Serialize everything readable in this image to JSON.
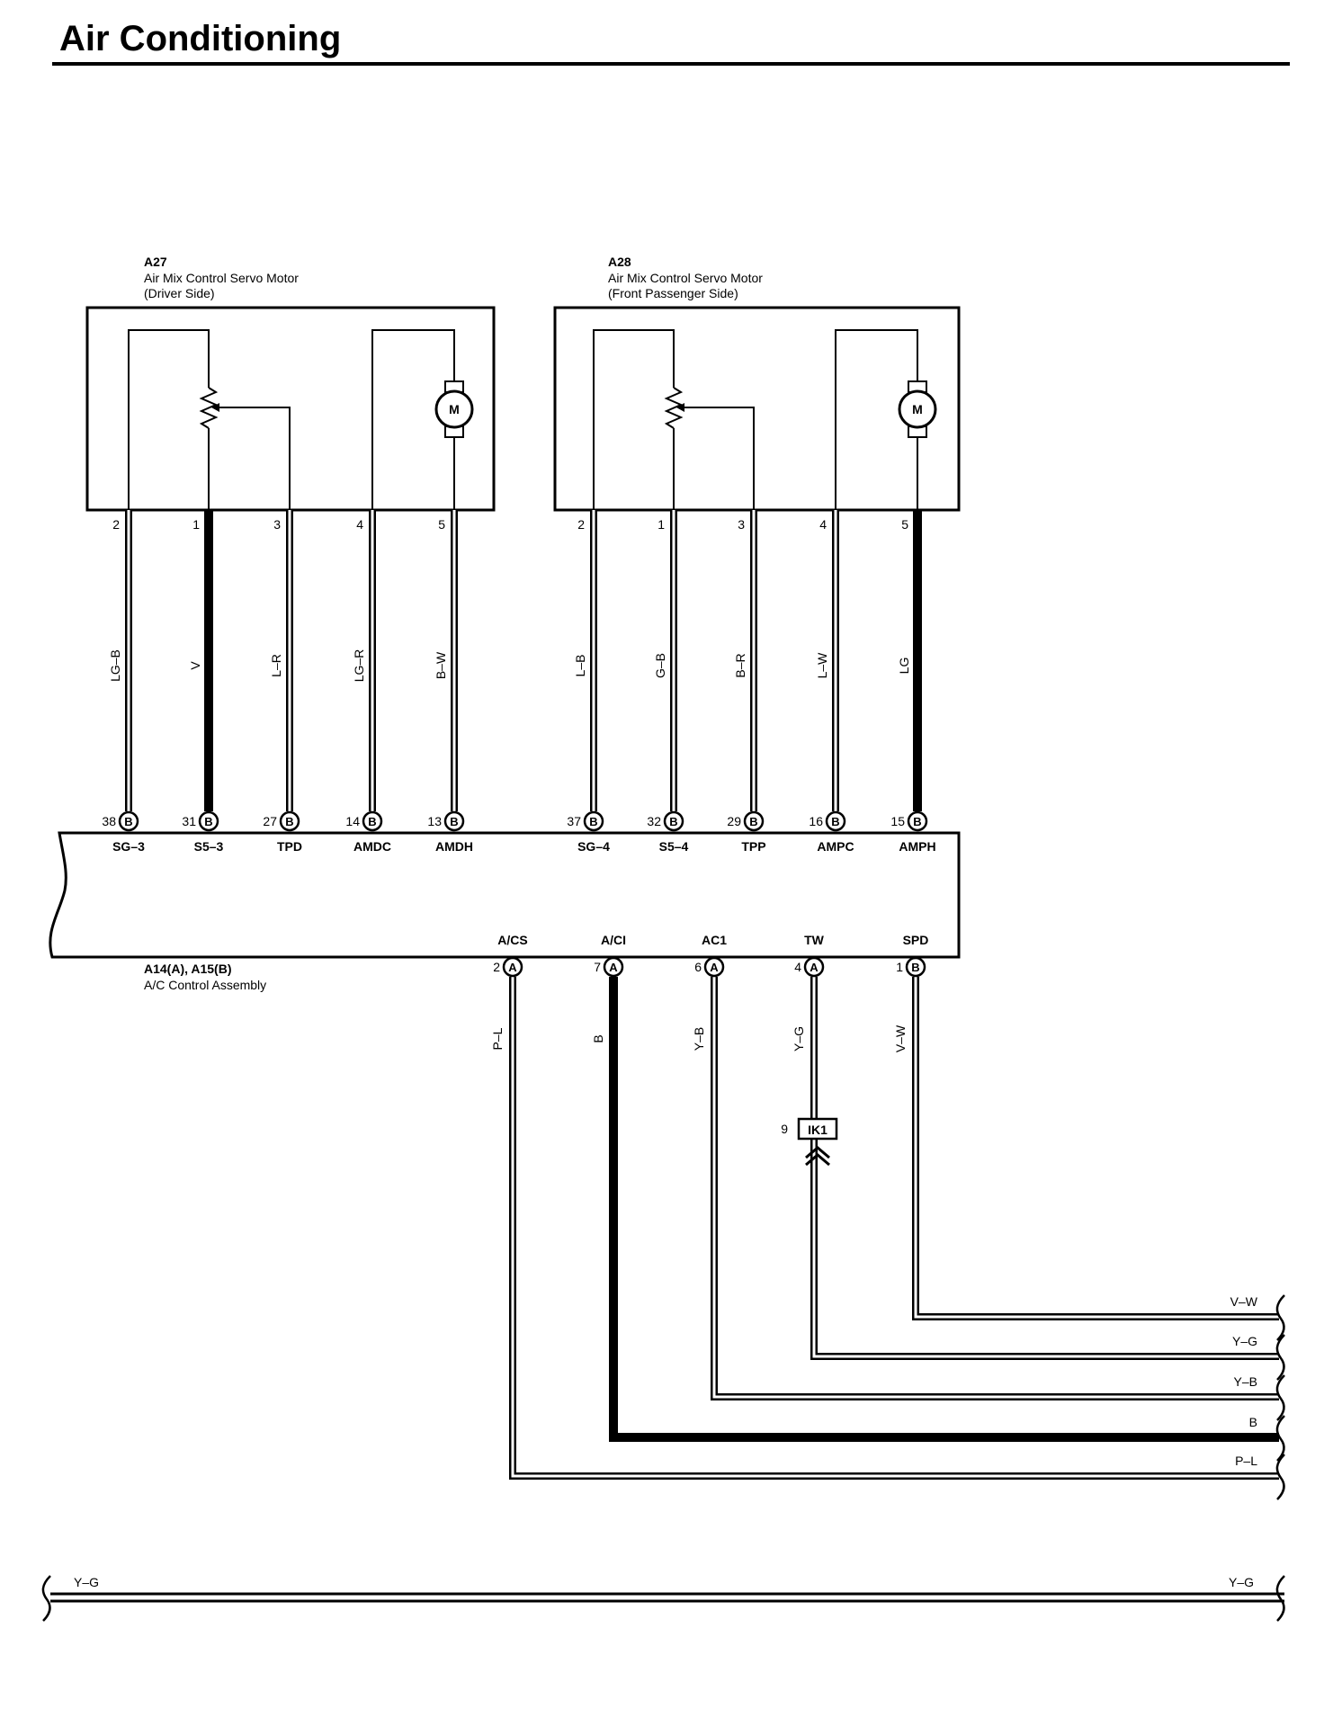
{
  "title": "Air Conditioning",
  "components": {
    "a27": {
      "id": "A27",
      "name": "Air Mix Control Servo Motor",
      "side": "(Driver Side)",
      "motor": "M"
    },
    "a28": {
      "id": "A28",
      "name": "Air Mix Control Servo Motor",
      "side": "(Front Passenger Side)",
      "motor": "M"
    },
    "ac": {
      "id": "A14(A), A15(B)",
      "name": "A/C Control Assembly"
    }
  },
  "servo_wires": [
    {
      "motor_pin": "2",
      "color": "LG–B",
      "ac_pin": "38",
      "conn": "B",
      "terminal": "SG–3"
    },
    {
      "motor_pin": "1",
      "color": "V",
      "ac_pin": "31",
      "conn": "B",
      "terminal": "S5–3"
    },
    {
      "motor_pin": "3",
      "color": "L–R",
      "ac_pin": "27",
      "conn": "B",
      "terminal": "TPD"
    },
    {
      "motor_pin": "4",
      "color": "LG–R",
      "ac_pin": "14",
      "conn": "B",
      "terminal": "AMDC"
    },
    {
      "motor_pin": "5",
      "color": "B–W",
      "ac_pin": "13",
      "conn": "B",
      "terminal": "AMDH"
    },
    {
      "motor_pin": "2",
      "color": "L–B",
      "ac_pin": "37",
      "conn": "B",
      "terminal": "SG–4"
    },
    {
      "motor_pin": "1",
      "color": "G–B",
      "ac_pin": "32",
      "conn": "B",
      "terminal": "S5–4"
    },
    {
      "motor_pin": "3",
      "color": "B–R",
      "ac_pin": "29",
      "conn": "B",
      "terminal": "TPP"
    },
    {
      "motor_pin": "4",
      "color": "L–W",
      "ac_pin": "16",
      "conn": "B",
      "terminal": "AMPC"
    },
    {
      "motor_pin": "5",
      "color": "LG",
      "ac_pin": "15",
      "conn": "B",
      "terminal": "AMPH"
    }
  ],
  "bottom_wires": [
    {
      "terminal": "A/CS",
      "ac_pin": "2",
      "conn": "A",
      "color": "P–L",
      "end_label": "P–L"
    },
    {
      "terminal": "A/CI",
      "ac_pin": "7",
      "conn": "A",
      "color": "B",
      "end_label": "B"
    },
    {
      "terminal": "AC1",
      "ac_pin": "6",
      "conn": "A",
      "color": "Y–B",
      "end_label": "Y–B"
    },
    {
      "terminal": "TW",
      "ac_pin": "4",
      "conn": "A",
      "color": "Y–G",
      "end_label": "Y–G"
    },
    {
      "terminal": "SPD",
      "ac_pin": "1",
      "conn": "B",
      "color": "V–W",
      "end_label": "V–W"
    }
  ],
  "junction": {
    "label": "IK1",
    "pin": "9"
  },
  "bottom_line": {
    "left_label": "Y–G",
    "right_label": "Y–G"
  }
}
